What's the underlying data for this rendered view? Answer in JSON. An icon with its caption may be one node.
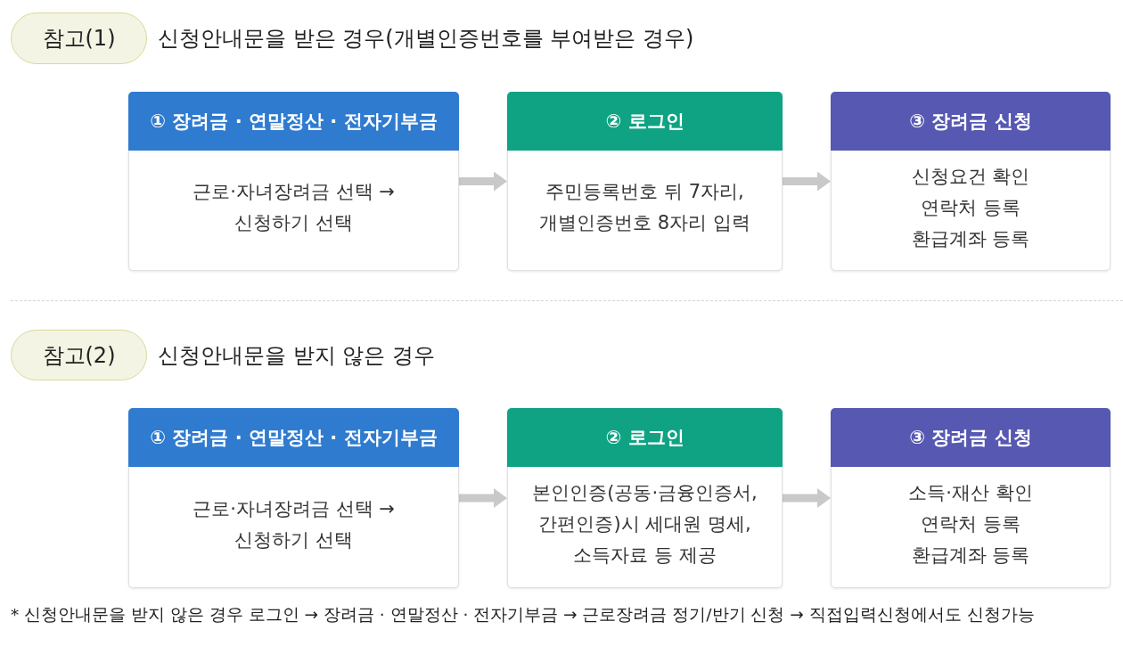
{
  "diagram": {
    "nodes": [
      {
        "text": [
          "참고(1)"
        ],
        "beside": [
          "신청안내문을 받은 경우(개별인증번호를 부여받은 경우)"
        ]
      },
      {
        "text": [
          "① 장려금 · 연말정산 · 전자기부금",
          "근로·자녀장려금 선택 → 신청하기 선택"
        ]
      },
      {
        "text": [
          "② 로그인",
          "주민등록번호 뒤 7자리, 개별인증번호 8자리 입력"
        ]
      },
      {
        "text": [
          "③ 장려금 신청",
          "신청요건 확인",
          "연락처 등록",
          "환급계좌 등록"
        ]
      },
      {
        "text": [
          "참고(2)"
        ],
        "beside": [
          "신청안내문을 받지 않은 경우"
        ]
      },
      {
        "text": [
          "① 장려금 · 연말정산 · 전자기부금",
          "근로·자녀장려금 선택 → 신청하기 선택"
        ]
      },
      {
        "text": [
          "② 로그인",
          "본인인증(공동·금융인증서, 간편인증)시 세대원 명세, 소득자료 등 제공"
        ]
      },
      {
        "text": [
          "③ 장려금 신청",
          "소득·재산 확인",
          "연락처 등록",
          "환급계좌 등록"
        ]
      }
    ],
    "edges": [
      {
        "from": 1,
        "to": 2,
        "arrow": "to"
      },
      {
        "from": 2,
        "to": 3,
        "arrow": "to"
      },
      {
        "from": 5,
        "to": 6,
        "arrow": "to"
      },
      {
        "from": 6,
        "to": 7,
        "arrow": "to"
      }
    ],
    "labels": [
      "* 신청안내문을 받지 않은 경우 로그인 → 장려금 · 연말정산 · 전자기부금 → 근로장려금 정기/반기 신청 → 직접입력신청에서도 신청가능"
    ]
  }
}
